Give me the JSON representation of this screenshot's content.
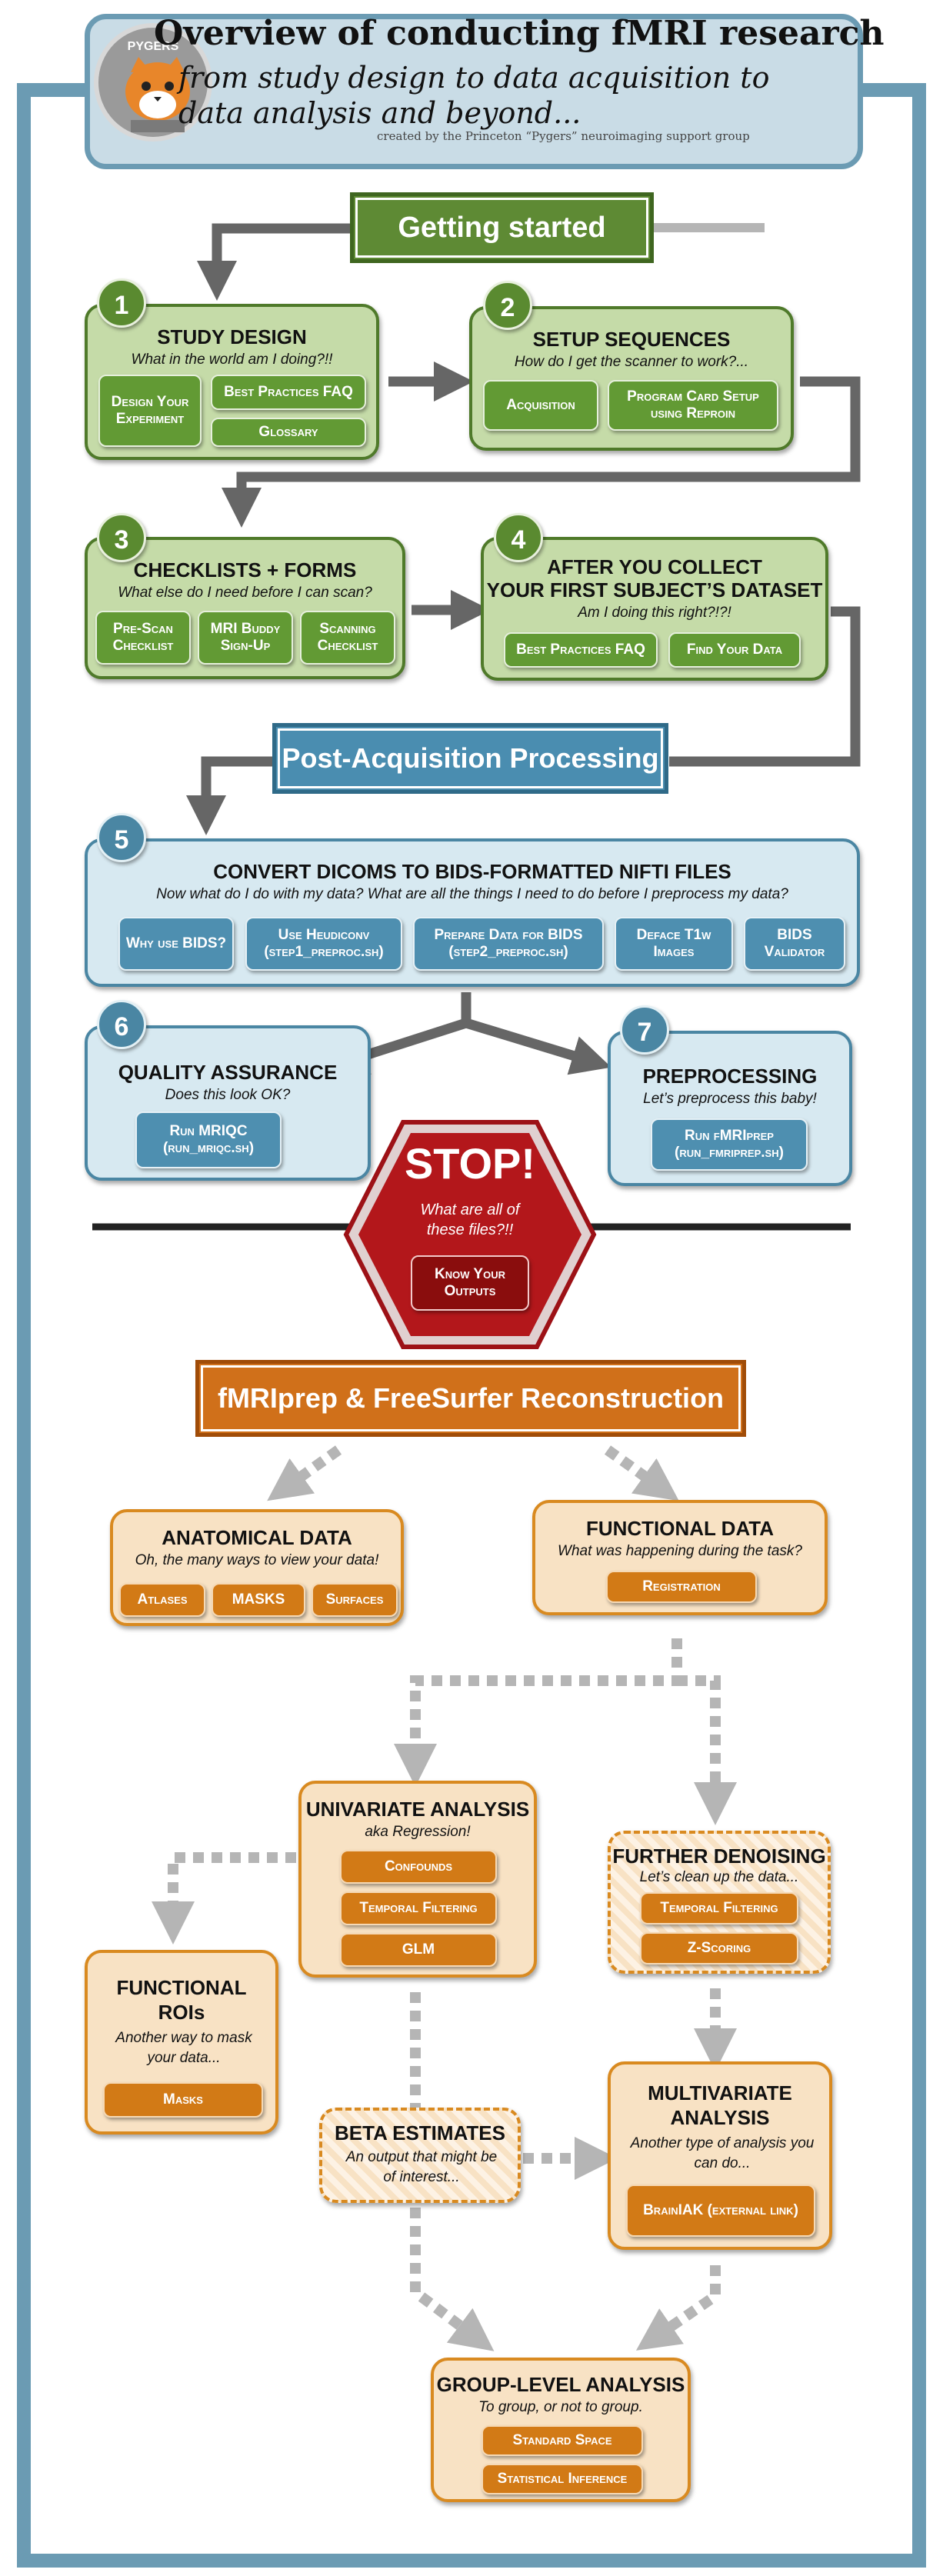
{
  "header": {
    "logo_text": "PYGERS",
    "title": "Overview of conducting fMRI research",
    "subtitle": "from study design to data acquisition to data analysis and beyond...",
    "credit": "created by the Princeton “Pygers” neuroimaging support group"
  },
  "sections": {
    "getting_started": "Getting started",
    "post_acquisition": "Post-Acquisition Processing",
    "fmriprep": "fMRIprep & FreeSurfer Reconstruction"
  },
  "steps": {
    "s1": {
      "num": "1",
      "title": "STUDY DESIGN",
      "sub": "What in the world am I doing?!!",
      "buttons": [
        "Design Your Experiment",
        "Best Practices FAQ",
        "Glossary"
      ]
    },
    "s2": {
      "num": "2",
      "title": "SETUP SEQUENCES",
      "sub": "How do I get the scanner to work?...",
      "buttons": [
        "Acquisition",
        "Program Card Setup using Reproin"
      ]
    },
    "s3": {
      "num": "3",
      "title": "CHECKLISTS + FORMS",
      "sub": "What else do I need before I can scan?",
      "buttons": [
        "Pre-Scan Checklist",
        "MRI Buddy Sign-Up",
        "Scanning Checklist"
      ]
    },
    "s4": {
      "num": "4",
      "title": "AFTER YOU COLLECT",
      "title2": "YOUR FIRST SUBJECT’S DATASET",
      "sub": "Am I doing this right?!?!",
      "buttons": [
        "Best Practices FAQ",
        "Find Your Data"
      ]
    },
    "s5": {
      "num": "5",
      "title": "CONVERT DICOMS TO BIDS-FORMATTED NIFTI FILES",
      "sub": "Now what do I do with my data? What are all the things I need to do before I preprocess my data?",
      "buttons": [
        "Why use BIDS?",
        "Use Heudiconv (step1_preproc.sh)",
        "Prepare Data for BIDS (step2_preproc.sh)",
        "Deface T1w Images",
        "BIDS Validator"
      ]
    },
    "s6": {
      "num": "6",
      "title": "QUALITY ASSURANCE",
      "sub": "Does this look OK?",
      "buttons": [
        "Run MRIQC (run_mriqc.sh)"
      ]
    },
    "s7": {
      "num": "7",
      "title": "PREPROCESSING",
      "sub": "Let’s preprocess this baby!",
      "buttons": [
        "Run fMRIprep (run_fmriprep.sh)"
      ]
    }
  },
  "stop": {
    "title": "STOP!",
    "sub": "What are all of these files?!!",
    "button": "Know Your Outputs"
  },
  "analysis": {
    "anatomical": {
      "title": "ANATOMICAL DATA",
      "sub": "Oh, the many ways to view your data!",
      "buttons": [
        "Atlases",
        "MASKS",
        "Surfaces"
      ]
    },
    "functional": {
      "title": "FUNCTIONAL DATA",
      "sub": "What was happening during the task?",
      "buttons": [
        "Registration"
      ]
    },
    "univariate": {
      "title": "UNIVARIATE ANALYSIS",
      "sub": "aka Regression!",
      "buttons": [
        "Confounds",
        "Temporal Filtering",
        "GLM"
      ]
    },
    "denoising": {
      "title": "FURTHER DENOISING",
      "sub": "Let’s clean up the data...",
      "buttons": [
        "Temporal Filtering",
        "Z-Scoring"
      ]
    },
    "rois": {
      "title": "FUNCTIONAL",
      "title2": "ROIs",
      "sub": "Another way to mask your data...",
      "buttons": [
        "Masks"
      ]
    },
    "beta": {
      "title": "BETA ESTIMATES",
      "sub": "An output that might be of interest..."
    },
    "multivariate": {
      "title": "MULTIVARIATE",
      "title2": "ANALYSIS",
      "sub": "Another type of analysis you can do...",
      "buttons": [
        "BrainIAK (external link)"
      ]
    },
    "group": {
      "title": "GROUP-LEVEL ANALYSIS",
      "sub": "To group, or not to group.",
      "buttons": [
        "Standard Space",
        "Statistical Inference"
      ]
    }
  },
  "colors": {
    "frame": "#6b9bb3",
    "green": "#5e8a34",
    "blue": "#4a8db0",
    "orange": "#d0701a",
    "stop_red": "#b3171b"
  }
}
